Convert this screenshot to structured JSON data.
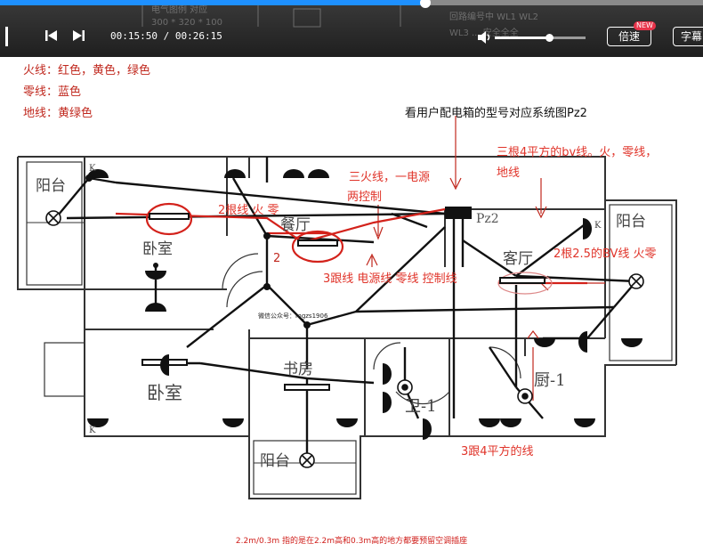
{
  "player": {
    "progress_fraction": 0.605,
    "volume_fraction": 0.6,
    "time_display": "00:15:50 / 00:26:15",
    "speed_label": "倍速",
    "new_badge": "NEW",
    "subtitle_label": "字幕",
    "behind_text": [
      "电气图例 对应",
      "300 * 320 * 100",
      "回路编号中 WL1 WL2",
      "WL3 ... 安全全全"
    ]
  },
  "legend": {
    "line1": "火线：红色，黄色，绿色",
    "line2": "零线：蓝色",
    "line3": "地线：黄绿色"
  },
  "annotations": {
    "system_diagram": "看用户配电箱的型号对应系统图Pz2",
    "three_wires": "三根4平方的bv线。火，零线，",
    "ground": "地线",
    "live_line_a": "三火线，一电源",
    "live_line_b": "两控制",
    "two_wires": "2根线 火 零",
    "number_two": "2",
    "three_lines": "3跟线 电源线 零线 控制线",
    "bv_wires": "2根2.5的BV线 火零",
    "three_four": "3跟4平方的线",
    "wechat": "微信公众号：mgzs1906",
    "pz2": "Pz2"
  },
  "rooms": {
    "balcony_left": "阳台",
    "bedroom_top": "卧室",
    "dining": "餐厅",
    "living": "客厅",
    "balcony_right": "阳台",
    "bedroom_bottom": "卧室",
    "study": "书房",
    "bath": "卫-1",
    "kitchen": "厨-1",
    "balcony_bottom": "阳台",
    "k_label": "K"
  },
  "footer": "2.2m/0.3m 指的是在2.2m高和0.3m高的地方都要预留空调插座"
}
